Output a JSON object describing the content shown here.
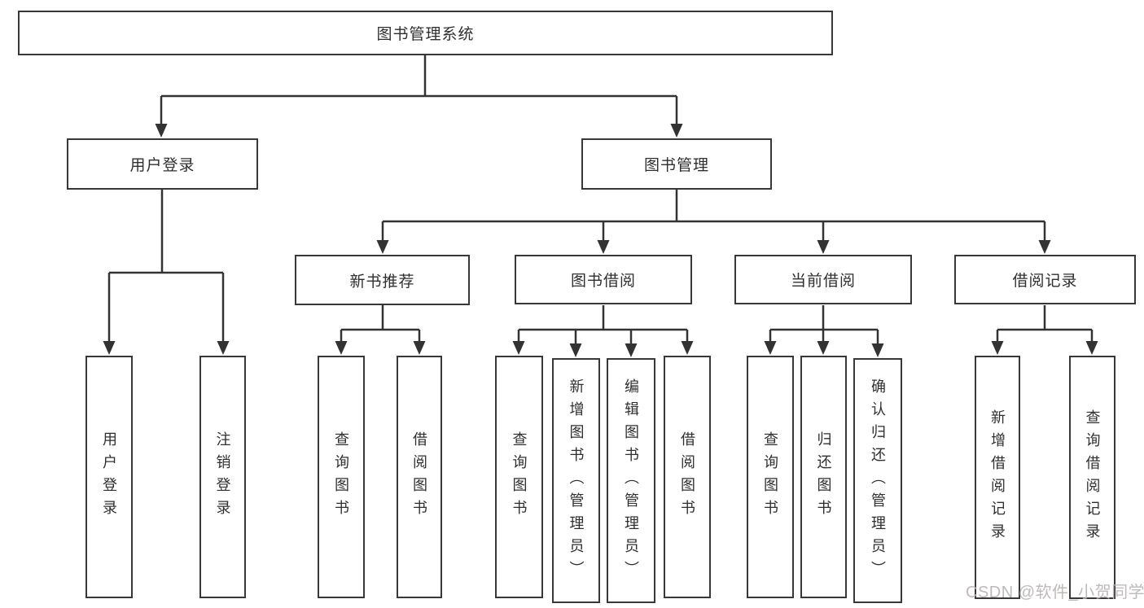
{
  "colors": {
    "line": "#333333",
    "box_border": "#383838",
    "text": "#2f2f2f",
    "watermark": "#b9b3b3",
    "background": "#ffffff"
  },
  "watermark": {
    "text": "CSDN @软件_小贺同学"
  },
  "tree": {
    "root": {
      "label": "图书管理系统"
    },
    "login": {
      "label": "用户登录",
      "children": [
        {
          "label": "用户登录"
        },
        {
          "label": "注销登录"
        }
      ]
    },
    "management": {
      "label": "图书管理",
      "sections": [
        {
          "label": "新书推荐",
          "children": [
            {
              "label": "查询图书"
            },
            {
              "label": "借阅图书"
            }
          ]
        },
        {
          "label": "图书借阅",
          "children": [
            {
              "label": "查询图书"
            },
            {
              "label": "新增图书（管理员）"
            },
            {
              "label": "编辑图书（管理员）"
            },
            {
              "label": "借阅图书"
            }
          ]
        },
        {
          "label": "当前借阅",
          "children": [
            {
              "label": "查询图书"
            },
            {
              "label": "归还图书"
            },
            {
              "label": "确认归还（管理员）"
            }
          ]
        },
        {
          "label": "借阅记录",
          "children": [
            {
              "label": "新增借阅记录"
            },
            {
              "label": "查询借阅记录"
            }
          ]
        }
      ]
    }
  }
}
